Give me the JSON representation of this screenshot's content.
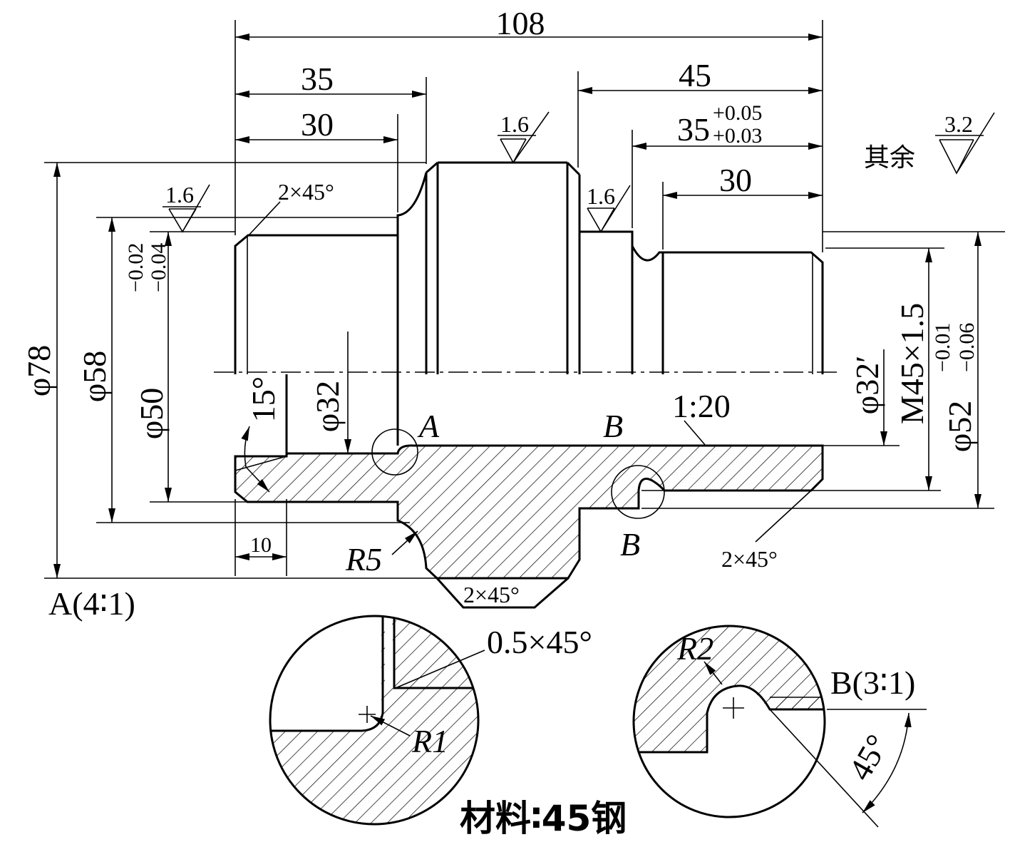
{
  "dim": {
    "overall_length": "108",
    "left_35": "35",
    "left_30": "30",
    "right_45": "45",
    "right_35_base": "35",
    "right_35_upper_tol": "+0.05",
    "right_35_lower_tol": "+0.03",
    "right_30": "30",
    "phi78": "φ78",
    "phi58": "φ58",
    "phi50": "φ50",
    "phi50_upper_tol": "−0.02",
    "phi50_lower_tol": "−0.04",
    "phi32_left": "φ32",
    "phi32_right": "φ32′",
    "thread": "M45×1.5",
    "phi52": "φ52",
    "phi52_upper_tol": "−0.01",
    "phi52_lower_tol": "−0.06",
    "bottom_10": "10",
    "angle_15": "15°",
    "taper": "1:20",
    "r5": "R5",
    "r1": "R1",
    "r2": "R2",
    "chamfer_left": "2×45°",
    "chamfer_right": "2×45°",
    "chamfer_bottom": "2×45°",
    "chamfer_detail": "0.5×45°",
    "angle_45": "45°"
  },
  "roughness": {
    "top_mid": "1.6",
    "left": "1.6",
    "right_step": "1.6",
    "other_value": "3.2",
    "other_label": "其余"
  },
  "labels": {
    "detail_a_marker": "A",
    "detail_b_marker_top": "B",
    "detail_b_marker_bottom": "B",
    "detail_a_scale": "A(4∶1)",
    "detail_b_scale": "B(3∶1)",
    "material": "材料∶45钢"
  }
}
